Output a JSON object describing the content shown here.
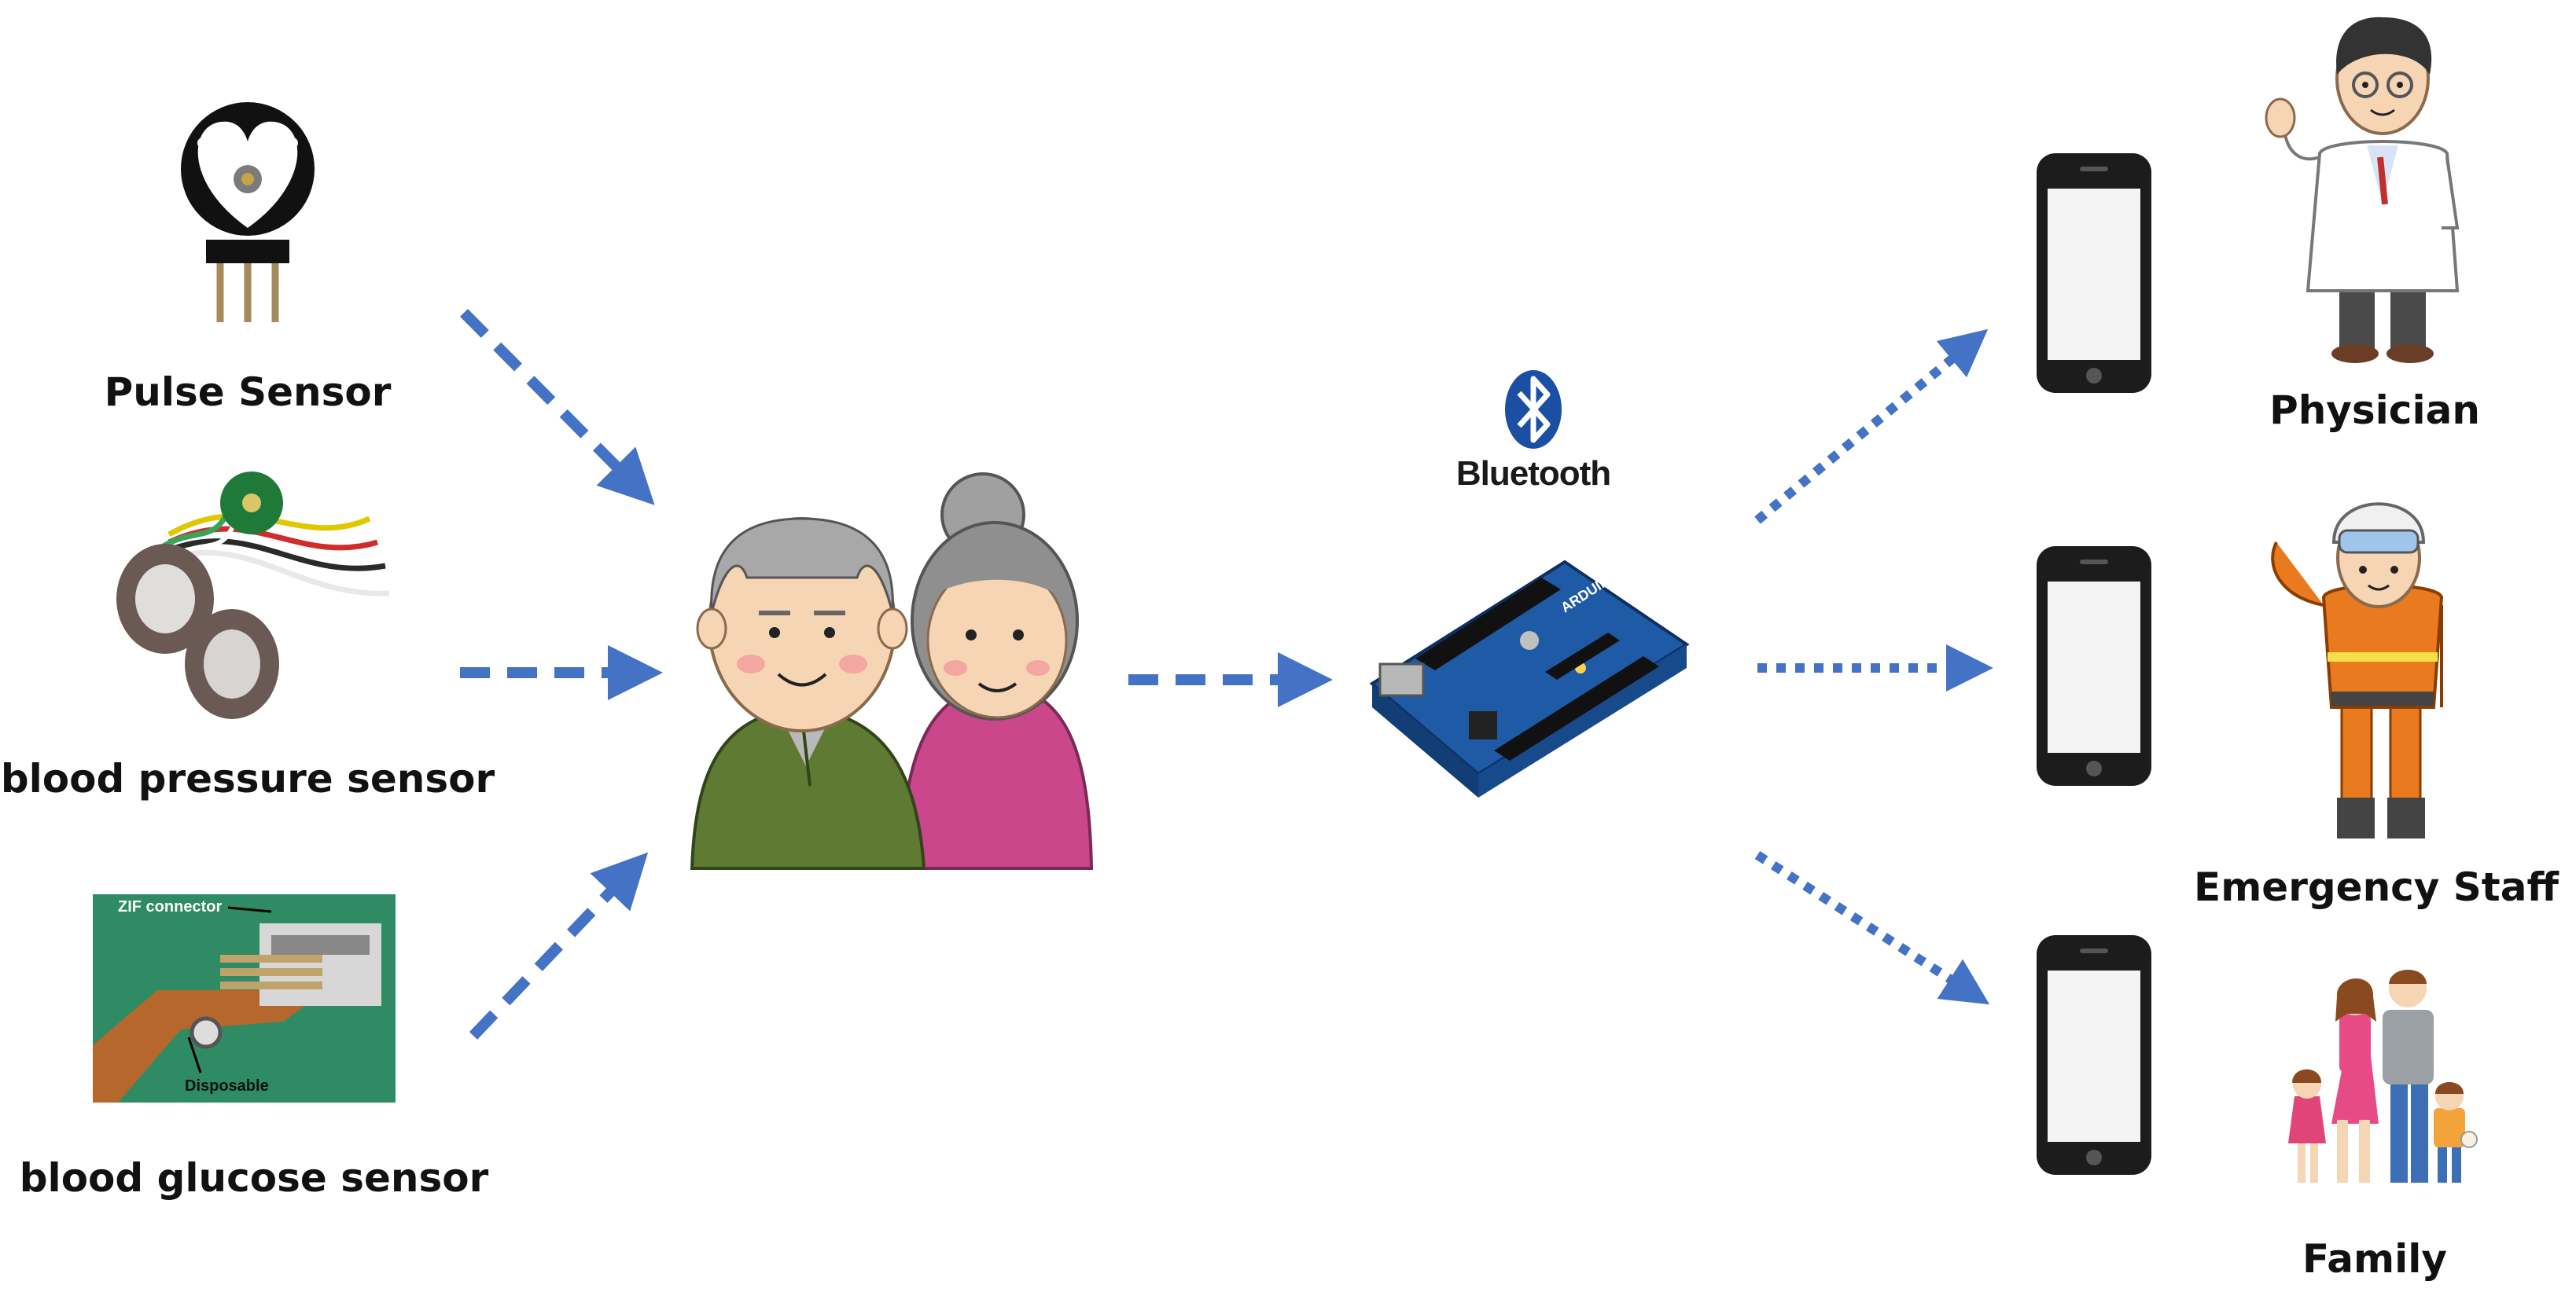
{
  "sensors": {
    "pulse": {
      "label": "Pulse Sensor"
    },
    "blood_pressure": {
      "label": "blood pressure sensor"
    },
    "blood_glucose": {
      "label": "blood glucose sensor",
      "photo_text_1": "ZIF connector",
      "photo_text_2": "Disposable"
    }
  },
  "transmitter": {
    "bluetooth_label": "Bluetooth",
    "board_text": "ARDUINO UNO"
  },
  "receivers": [
    {
      "label": "Physician"
    },
    {
      "label": "Emergency Staff"
    },
    {
      "label": "Family"
    }
  ],
  "colors": {
    "arrow": "#4472c4",
    "bluetooth": "#1b4fa3",
    "board": "#1f5aa6",
    "background": "#ffffff"
  }
}
